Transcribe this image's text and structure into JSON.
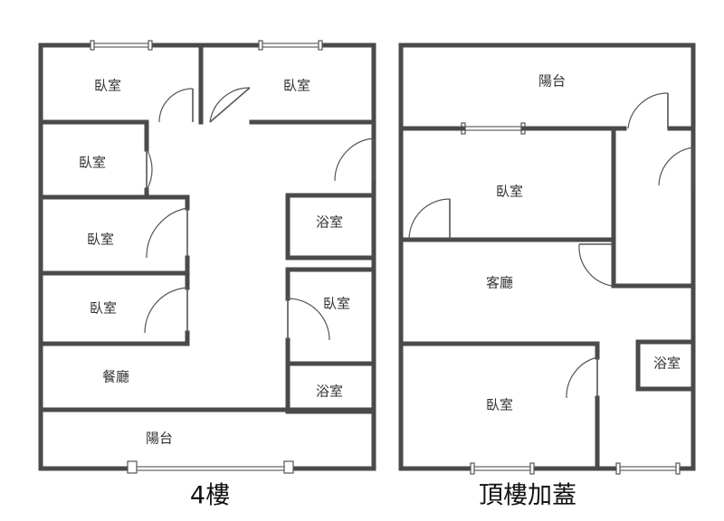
{
  "floors": [
    {
      "caption": "4樓",
      "rooms": [
        "臥室",
        "臥室",
        "臥室",
        "臥室",
        "臥室",
        "浴室",
        "臥室",
        "餐廳",
        "浴室",
        "陽台"
      ]
    },
    {
      "caption": "頂樓加蓋",
      "rooms": [
        "陽台",
        "臥室",
        "客廳",
        "臥室",
        "浴室"
      ]
    }
  ],
  "colors": {
    "wall": "#4a4a4a",
    "background": "#ffffff"
  }
}
